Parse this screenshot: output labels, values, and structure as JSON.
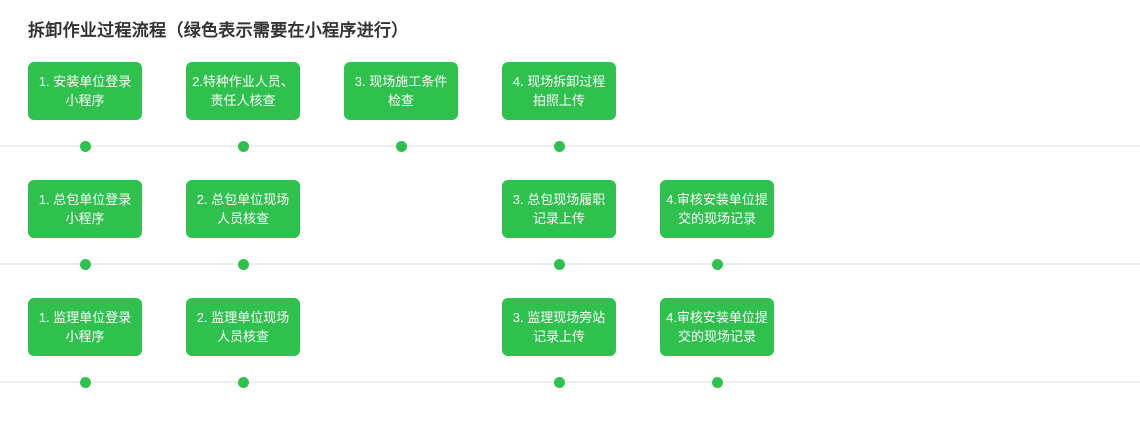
{
  "title": "拆卸作业过程流程（绿色表示需要在小程序进行）",
  "colors": {
    "node_green": "#2fc04e",
    "axis_line": "#eeeeee",
    "text": "#333333",
    "node_text": "#ffffff"
  },
  "layout": {
    "column_x": [
      28,
      186,
      344,
      502,
      660
    ],
    "row_top": [
      54,
      172,
      290
    ],
    "axis_y": [
      145,
      263,
      381
    ]
  },
  "rows": [
    {
      "name": "install-unit-row",
      "nodes": [
        {
          "col": 0,
          "label": "1. 安装单位登录小程序"
        },
        {
          "col": 1,
          "label": "2.特种作业人员、责任人核查"
        },
        {
          "col": 2,
          "label": "3. 现场施工条件检查"
        },
        {
          "col": 3,
          "label": "4. 现场拆卸过程拍照上传"
        }
      ],
      "dots": [
        0,
        1,
        2,
        3
      ]
    },
    {
      "name": "general-contractor-row",
      "nodes": [
        {
          "col": 0,
          "label": "1. 总包单位登录小程序"
        },
        {
          "col": 1,
          "label": "2. 总包单位现场人员核查"
        },
        {
          "col": 3,
          "label": "3. 总包现场履职记录上传"
        },
        {
          "col": 4,
          "label": "4.审核安装单位提交的现场记录"
        }
      ],
      "dots": [
        0,
        1,
        3,
        4
      ]
    },
    {
      "name": "supervision-unit-row",
      "nodes": [
        {
          "col": 0,
          "label": "1. 监理单位登录小程序"
        },
        {
          "col": 1,
          "label": "2. 监理单位现场人员核查"
        },
        {
          "col": 3,
          "label": "3. 监理现场旁站记录上传"
        },
        {
          "col": 4,
          "label": "4.审核安装单位提交的现场记录"
        }
      ],
      "dots": [
        0,
        1,
        3,
        4
      ]
    }
  ]
}
